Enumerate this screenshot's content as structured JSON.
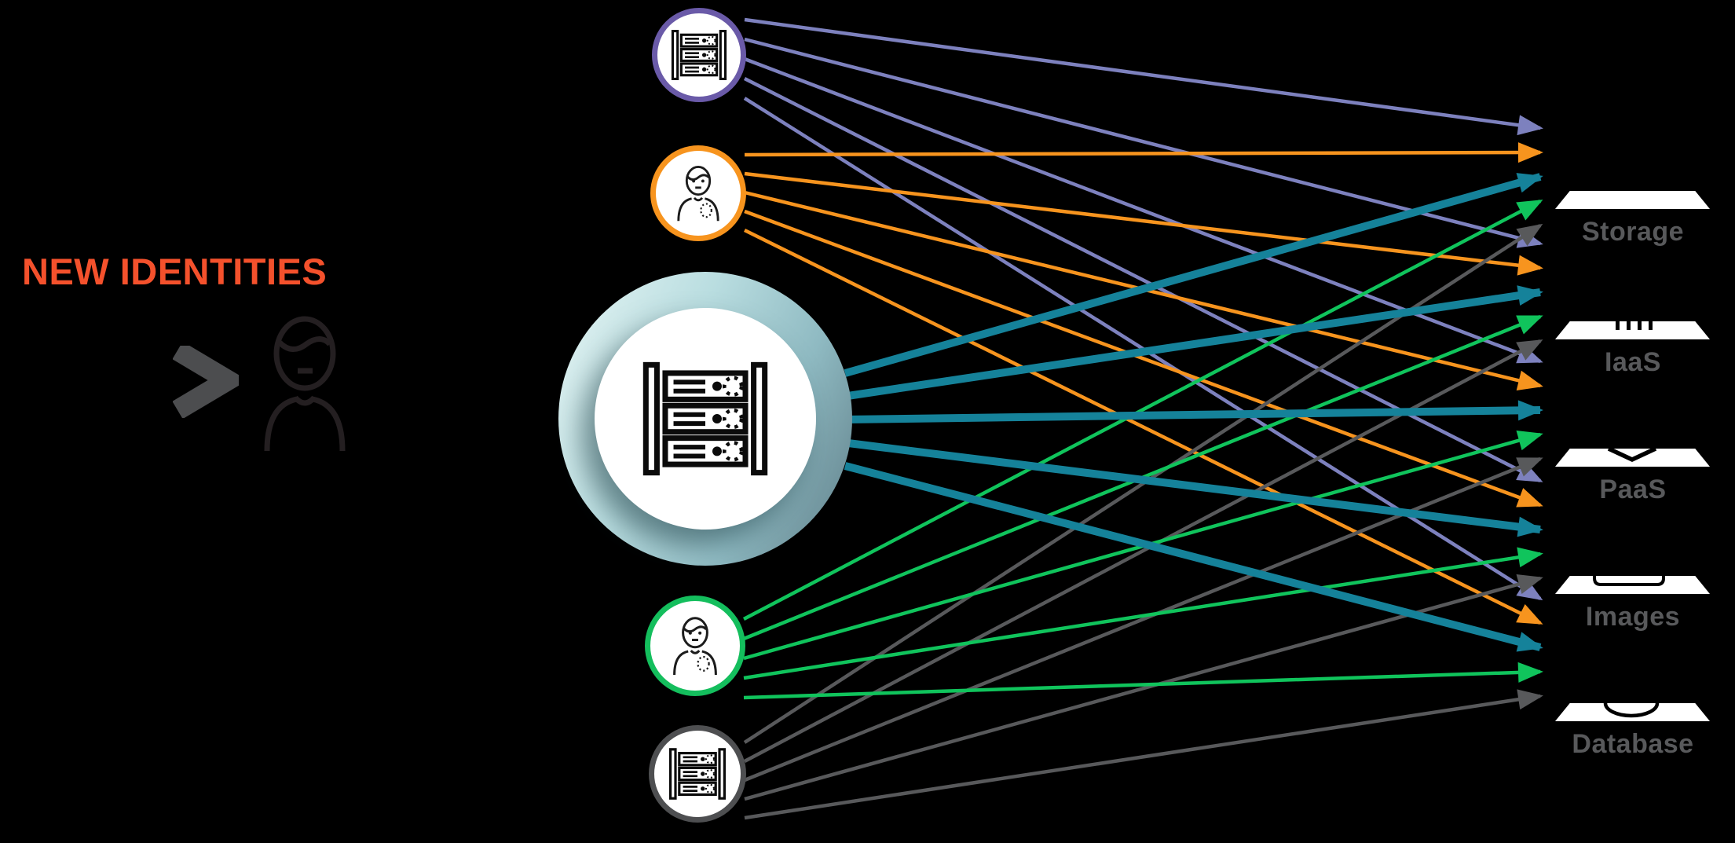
{
  "title": "NEW IDENTITIES",
  "comparison_symbol": ">",
  "background_color": "#000000",
  "title_color": "#F4512C",
  "label_color": "#58595B",
  "identity_sources": [
    {
      "name": "server-identity-purple",
      "icon": "server-rack",
      "ring_color": "#6A5AA8",
      "line_color": "#7D81BE",
      "emphasized": false
    },
    {
      "name": "human-identity-orange",
      "icon": "person",
      "ring_color": "#F7941E",
      "line_color": "#F7941E",
      "emphasized": false
    },
    {
      "name": "machine-identity-teal",
      "icon": "server-rack",
      "ring_color": "#9FC9CE",
      "line_color": "#15829A",
      "emphasized": true
    },
    {
      "name": "human-identity-green",
      "icon": "person",
      "ring_color": "#14BE5D",
      "line_color": "#10C45C",
      "emphasized": false
    },
    {
      "name": "server-identity-gray",
      "icon": "server-rack",
      "ring_color": "#4E4F51",
      "line_color": "#58595B",
      "emphasized": false
    }
  ],
  "cloud_services": [
    {
      "label": "Storage",
      "icon": "cloud-storage"
    },
    {
      "label": "IaaS",
      "icon": "cloud-chip"
    },
    {
      "label": "PaaS",
      "icon": "cloud-chevron"
    },
    {
      "label": "Images",
      "icon": "cloud-image"
    },
    {
      "label": "Database",
      "icon": "cloud-database"
    }
  ]
}
